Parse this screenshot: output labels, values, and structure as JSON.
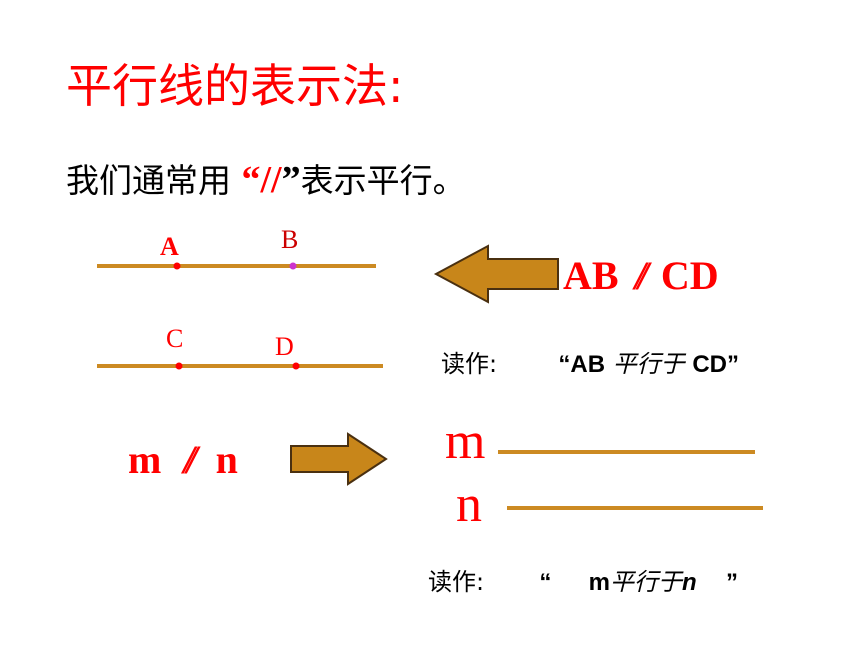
{
  "title": "平行线的表示法:",
  "intro": {
    "before": "我们通常用 ",
    "quote_open": "“",
    "symbol": "//",
    "quote_close": "”",
    "after": "表示平行。"
  },
  "points": {
    "a": "A",
    "b": "B",
    "c": "C",
    "d": "D"
  },
  "notation_ab_cd": {
    "left": "AB",
    "symbol": "//",
    "right": "CD"
  },
  "reading_ab_cd": {
    "prefix": "读作:",
    "q_open": "“",
    "a": "AB",
    "mid": "平行于",
    "b": "CD",
    "q_close": "”"
  },
  "notation_mn": {
    "left": "m",
    "symbol": "//",
    "right": "n"
  },
  "line_labels": {
    "m": "m",
    "n": "n"
  },
  "reading_mn": {
    "prefix": "读作:",
    "q_open": "“",
    "a": "m",
    "mid": "平行于",
    "b": "n",
    "q_close": "”"
  },
  "colors": {
    "title": "#ff0000",
    "line": "#cc8a22",
    "arrow_fill": "#c8861a",
    "arrow_stroke": "#4a3010",
    "point": "#ff0000",
    "point_b": "#cc33cc"
  }
}
